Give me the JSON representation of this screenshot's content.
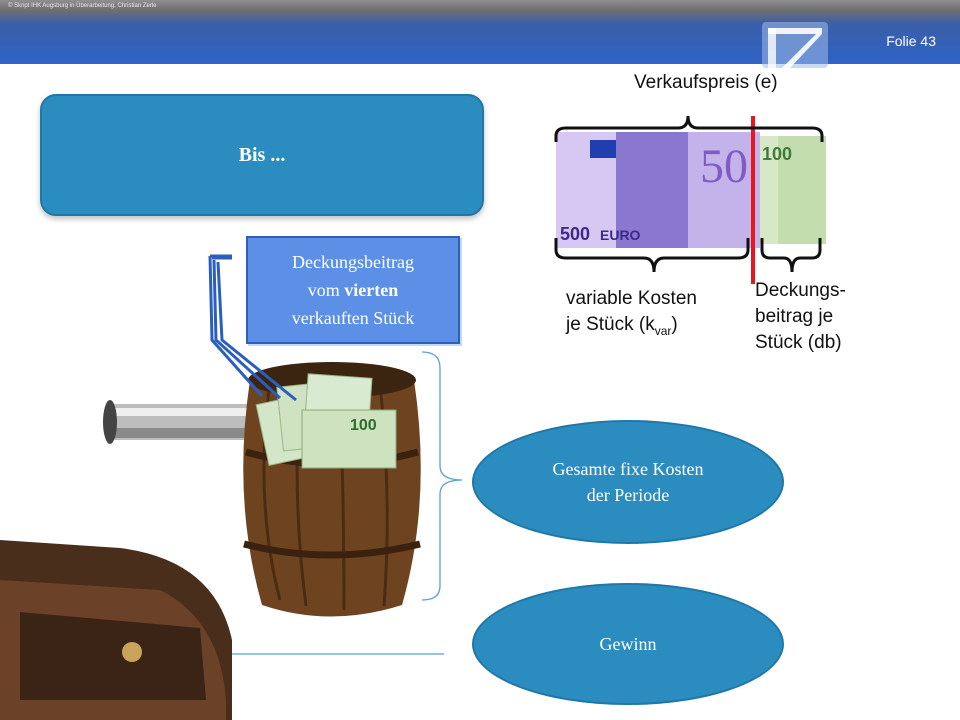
{
  "header": {
    "copyright": "© Skript IHK Augsburg in Überarbeitung, Christian Zerle",
    "slide_number": "Folie 43"
  },
  "boxes": {
    "bis": "Bis ...",
    "deckungsbeitrag_line1": "Deckungsbeitrag",
    "deckungsbeitrag_line2_pre": "vom ",
    "deckungsbeitrag_line2_strong": "vierten",
    "deckungsbeitrag_line3": "verkauften Stück"
  },
  "labels": {
    "verkaufspreis": "Verkaufspreis (e)",
    "variable_kosten_line1": "variable Kosten",
    "variable_kosten_line2": "je Stück (k",
    "variable_kosten_sub": "var",
    "variable_kosten_close": ")",
    "deckungs_line1": "Deckungs-",
    "deckungs_line2": "beitrag je",
    "deckungs_line3": "Stück (db)"
  },
  "ellipses": {
    "fixkosten_line1": "Gesamte fixe Kosten",
    "fixkosten_line2": "der Periode",
    "gewinn": "Gewinn"
  },
  "banknotes": {
    "note_500_value": "500",
    "note_500_text": "EURO",
    "note_100_value": "100"
  },
  "colors": {
    "header_blue": "#2f63c6",
    "box_blue": "#2b8cc0",
    "db_box_blue": "#5c8fe6",
    "red_divider": "#e8161f"
  }
}
